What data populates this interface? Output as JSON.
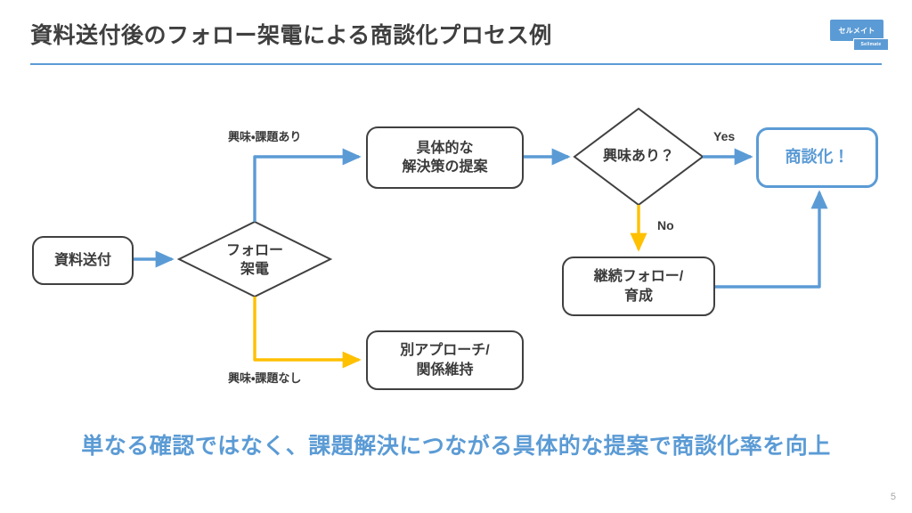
{
  "slide": {
    "title": "資料送付後のフォロー架電による商談化プロセス例",
    "page_number": "5",
    "caption": "単なる確認ではなく、課題解決につながる具体的な提案で商談化率を向上"
  },
  "logo": {
    "main_text": "セルメイト",
    "sub_text": "Sellmate"
  },
  "colors": {
    "accent_blue": "#5b9bd5",
    "flow_yellow": "#ffc000",
    "node_border": "#404040",
    "title_text": "#3f3f3f",
    "page_number": "#a6a6a6"
  },
  "flowchart": {
    "type": "flowchart",
    "nodes": [
      {
        "id": "start",
        "shape": "rounded-rect",
        "label": "資料送付",
        "style": "dark"
      },
      {
        "id": "call",
        "shape": "diamond",
        "label": "フォロー\n架電",
        "style": "dark"
      },
      {
        "id": "proposal",
        "shape": "rounded-rect",
        "label": "具体的な\n解決策の提案",
        "style": "dark"
      },
      {
        "id": "alt",
        "shape": "rounded-rect",
        "label": "別アプローチ/\n関係維持",
        "style": "dark"
      },
      {
        "id": "interest",
        "shape": "diamond",
        "label": "興味あり？",
        "style": "dark"
      },
      {
        "id": "nurture",
        "shape": "rounded-rect",
        "label": "継続フォロー/\n育成",
        "style": "dark"
      },
      {
        "id": "deal",
        "shape": "rounded-rect",
        "label": "商談化！",
        "style": "blue"
      }
    ],
    "edges": [
      {
        "from": "start",
        "to": "call",
        "label": "",
        "color": "blue"
      },
      {
        "from": "call",
        "to": "proposal",
        "label": "興味・課題あり",
        "color": "blue"
      },
      {
        "from": "call",
        "to": "alt",
        "label": "興味・課題なし",
        "color": "yellow"
      },
      {
        "from": "proposal",
        "to": "interest",
        "label": "",
        "color": "blue"
      },
      {
        "from": "interest",
        "to": "deal",
        "label": "Yes",
        "color": "blue"
      },
      {
        "from": "interest",
        "to": "nurture",
        "label": "No",
        "color": "yellow"
      },
      {
        "from": "nurture",
        "to": "deal",
        "label": "",
        "color": "blue"
      }
    ]
  }
}
